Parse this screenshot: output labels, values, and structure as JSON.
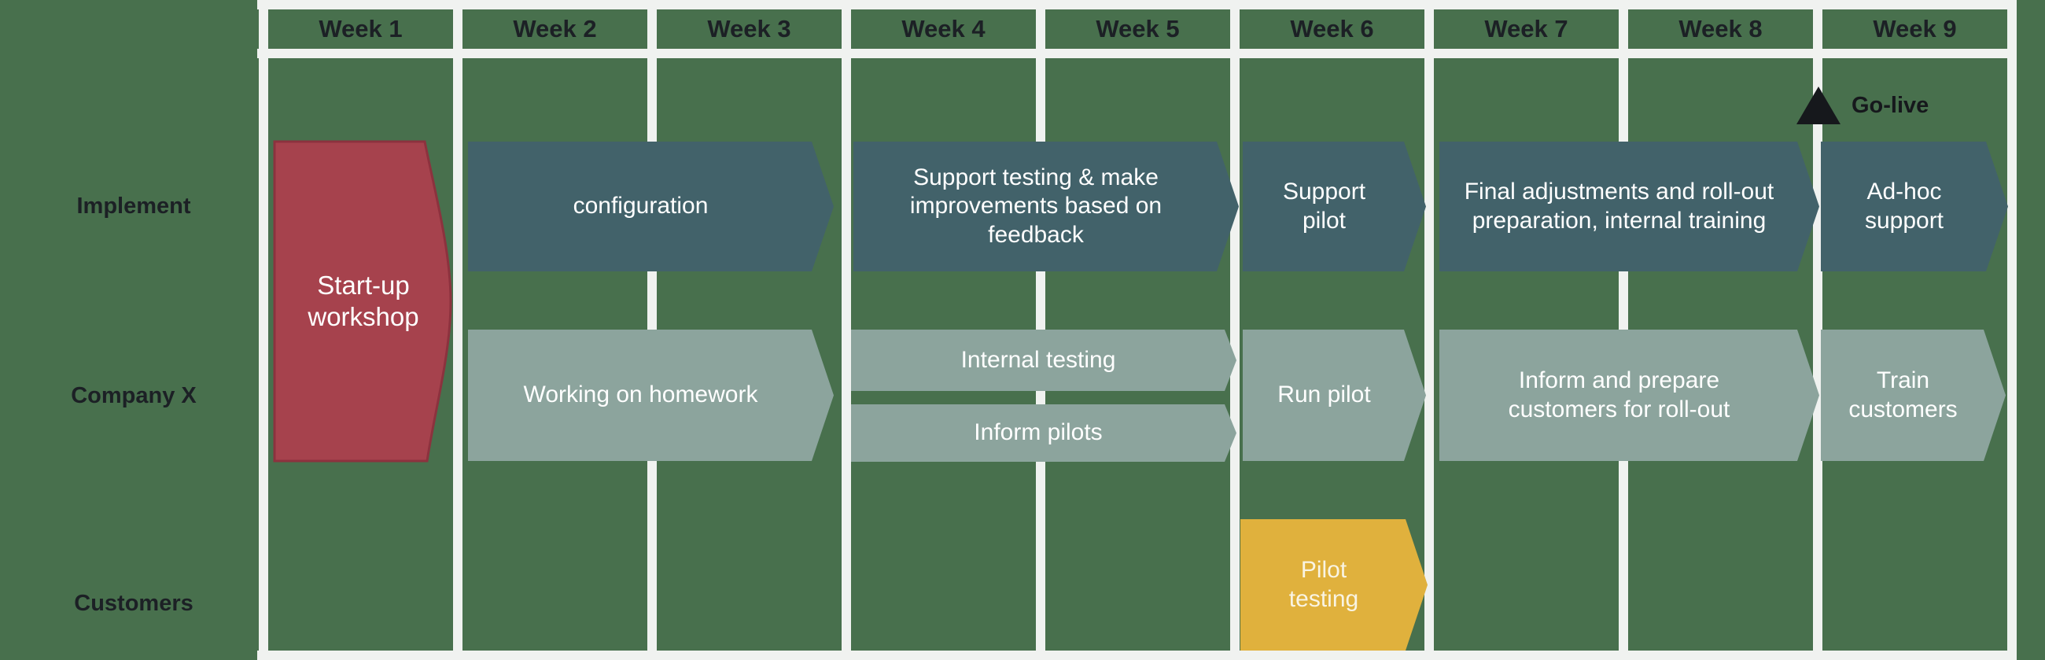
{
  "header": {
    "weeks": [
      "Week 1",
      "Week 2",
      "Week 3",
      "Week 4",
      "Week 5",
      "Week 6",
      "Week 7",
      "Week 8",
      "Week 9"
    ]
  },
  "rows": {
    "implement": "Implement",
    "company_x": "Company X",
    "customers": "Customers"
  },
  "milestone": {
    "go_live": "Go-live",
    "week": 9,
    "marker": "triangle-up"
  },
  "tasks": {
    "startup_workshop": {
      "label": "Start-up workshop",
      "row": "Implement / Company X",
      "weeks": "1"
    },
    "configuration": {
      "label": "configuration",
      "row": "Implement",
      "weeks": "2-3"
    },
    "support_testing": {
      "label": "Support testing & make improvements based on feedback",
      "row": "Implement",
      "weeks": "4-5"
    },
    "support_pilot": {
      "label": "Support pilot",
      "row": "Implement",
      "weeks": "6"
    },
    "final_adjustments": {
      "label": "Final adjustments and roll-out preparation, internal training",
      "row": "Implement",
      "weeks": "7-8"
    },
    "adhoc_support": {
      "label": "Ad-hoc support",
      "row": "Implement",
      "weeks": "9"
    },
    "working_homework": {
      "label": "Working on homework",
      "row": "Company X",
      "weeks": "2-3"
    },
    "internal_testing": {
      "label": "Internal testing",
      "row": "Company X",
      "weeks": "4-5"
    },
    "inform_pilots": {
      "label": "Inform pilots",
      "row": "Company X",
      "weeks": "4-5"
    },
    "run_pilot": {
      "label": "Run pilot",
      "row": "Company X",
      "weeks": "6"
    },
    "inform_prepare": {
      "label": "Inform and prepare customers for roll-out",
      "row": "Company X",
      "weeks": "7-8"
    },
    "train_customers": {
      "label": "Train customers",
      "row": "Company X",
      "weeks": "9"
    },
    "pilot_testing": {
      "label": "Pilot testing",
      "row": "Customers",
      "weeks": "6"
    }
  },
  "colors": {
    "background": "#48704d",
    "grid_line": "#f0f2f0",
    "implement_shape": "#42626a",
    "company_shape": "#8ca49d",
    "customer_shape": "#e0b13d",
    "startup_shape": "#a6424d",
    "milestone_marker": "#16181c",
    "shape_text": "#ffffff",
    "label_text": "#1c2025"
  }
}
